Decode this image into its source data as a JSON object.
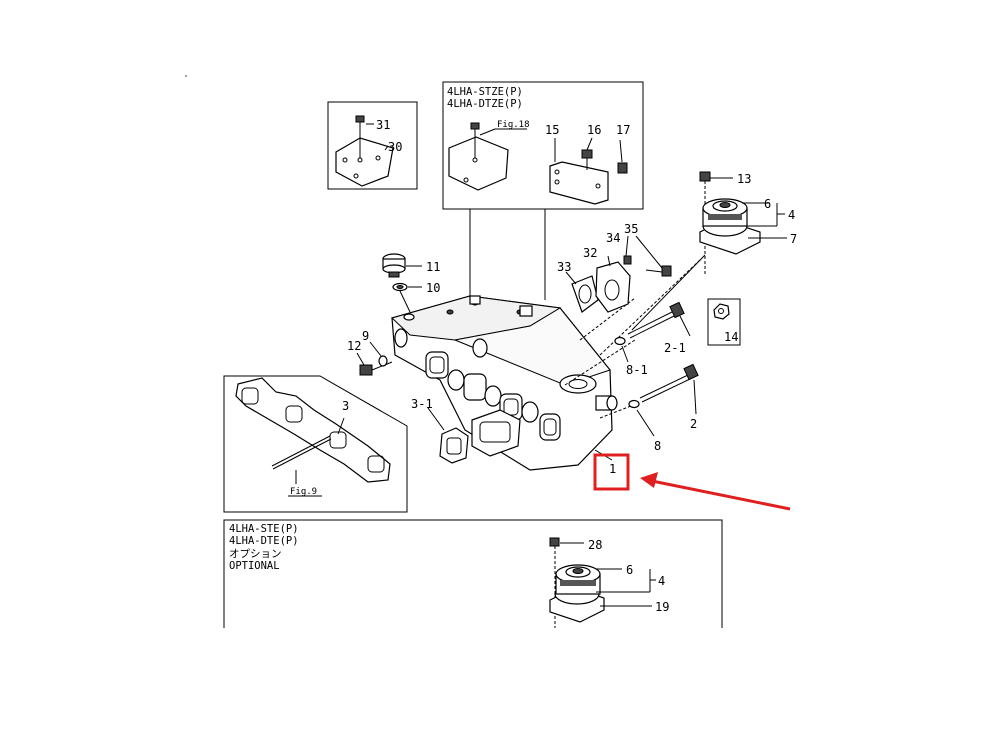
{
  "boxes": {
    "top_center": {
      "title1": "4LHA-STZE(P)",
      "title2": "4LHA-DTZE(P)",
      "fig_ref": "Fig.18"
    },
    "gasket_inset": {
      "fig_ref": "Fig.9"
    },
    "optional": {
      "title1": "4LHA-STE(P)",
      "title2": "4LHA-DTE(P)",
      "title3": "オプション",
      "title4": "OPTIONAL"
    }
  },
  "callouts": {
    "p31": "31",
    "p30": "30",
    "p15": "15",
    "p16": "16",
    "p17": "17",
    "p13": "13",
    "p6": "6",
    "p4": "4",
    "p7": "7",
    "p11": "11",
    "p10": "10",
    "p34": "34",
    "p35": "35",
    "p32": "32",
    "p33": "33",
    "p14": "14",
    "p2_1": "2-1",
    "p8_1": "8-1",
    "p12": "12",
    "p9": "9",
    "p3": "3",
    "p3_1": "3-1",
    "p2": "2",
    "p8": "8",
    "p1": "1",
    "p28": "28",
    "p6b": "6",
    "p4b": "4",
    "p19": "19"
  },
  "highlight": {
    "color": "#e02020"
  }
}
